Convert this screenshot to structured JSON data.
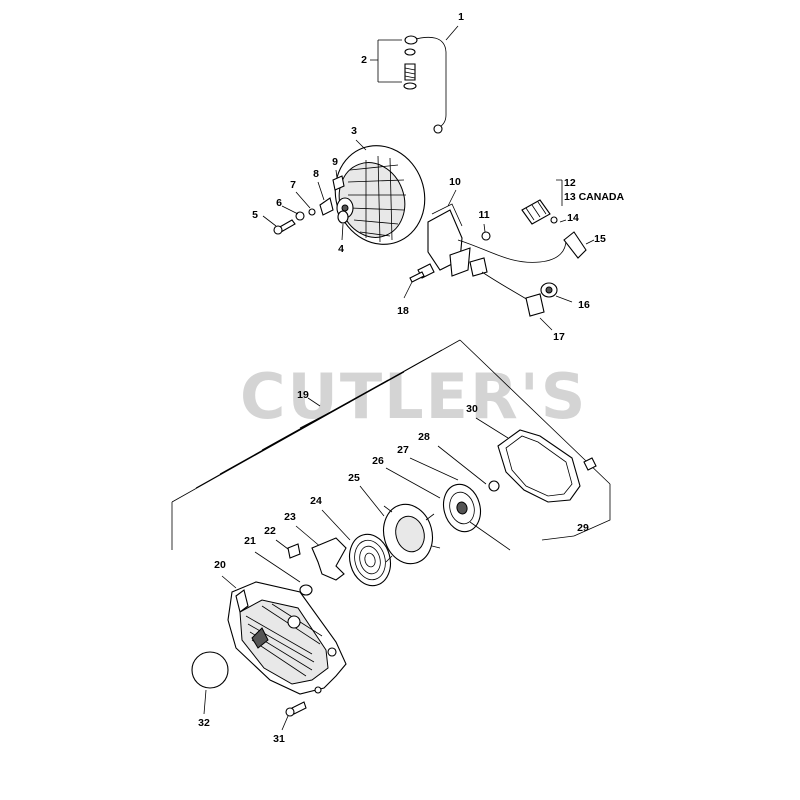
{
  "watermark": "CUTLER'S",
  "callouts": {
    "c1": "1",
    "c2": "2",
    "c3": "3",
    "c4": "4",
    "c5": "5",
    "c6": "6",
    "c7": "7",
    "c8": "8",
    "c9": "9",
    "c10": "10",
    "c11": "11",
    "c12": "12",
    "c13": "13 CANADA",
    "c14": "14",
    "c15": "15",
    "c16": "16",
    "c17": "17",
    "c18": "18",
    "c19": "19",
    "c20": "20",
    "c21": "21",
    "c22": "22",
    "c23": "23",
    "c24": "24",
    "c25": "25",
    "c26": "26",
    "c27": "27",
    "c28": "28",
    "c29": "29",
    "c30": "30",
    "c31": "31",
    "c32": "32"
  }
}
